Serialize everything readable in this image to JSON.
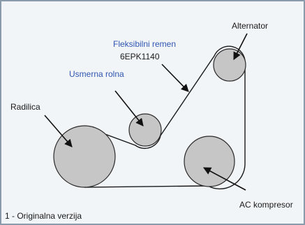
{
  "diagram": {
    "labels": {
      "radilica": "Radilica",
      "usmerna_rolna": "Usmerna rolna",
      "remen_line1": "Fleksibilni remen",
      "remen_line2": "6EPK1140",
      "alternator": "Alternator",
      "ac_kompresor": "AC kompresor",
      "caption": "1 - Originalna verzija"
    },
    "colors": {
      "background": "#f2f5f8",
      "border": "#8a9cab",
      "pulley_fill": "#c6c6c6",
      "pulley_stroke": "#2a2a2a",
      "belt": "#1a1a1a",
      "label_dark": "#1a1a1a",
      "label_blue": "#2f56b0"
    }
  }
}
